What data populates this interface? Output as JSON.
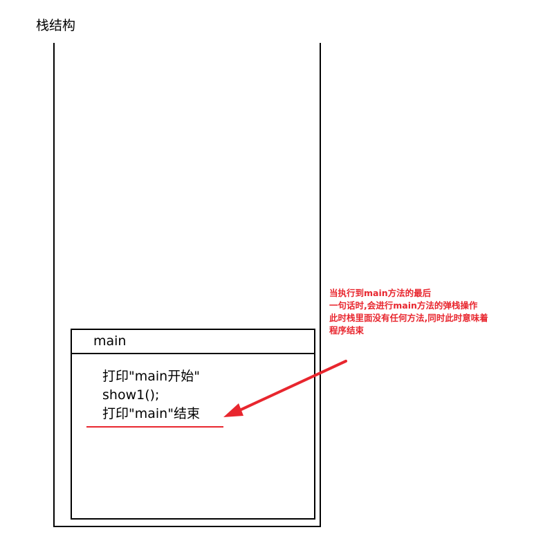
{
  "diagram": {
    "title": "栈结构",
    "frame": {
      "name": "main",
      "code_lines": [
        "打印\"main开始\"",
        "show1();",
        "打印\"main\"结束"
      ],
      "highlighted_line_index": 2
    },
    "annotation": {
      "lines": [
        "当执行到main方法的最后",
        "一句话时,会进行main方法的弹栈操作",
        "此时栈里面没有任何方法,同时此时意味着",
        "程序结束"
      ],
      "color": "#e8262e"
    },
    "colors": {
      "stroke": "#000000",
      "accent": "#e8262e",
      "background": "#ffffff"
    }
  }
}
